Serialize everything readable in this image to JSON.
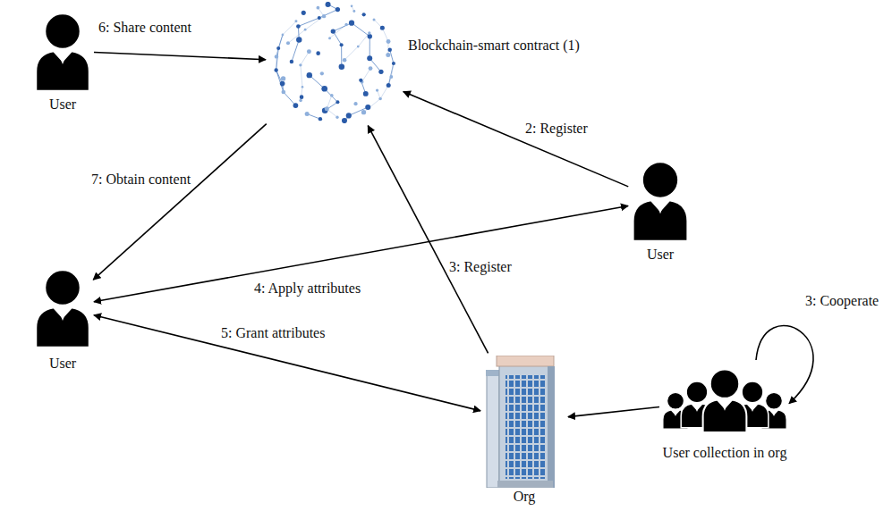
{
  "diagram": {
    "nodes": [
      {
        "text": [
          "Blockchain-smart contract (1)"
        ]
      },
      {
        "text": [
          "User"
        ]
      },
      {
        "text": [
          "User"
        ]
      },
      {
        "text": [
          "User"
        ]
      },
      {
        "text": [
          "Org"
        ]
      },
      {
        "text": [
          "User collection in org"
        ]
      }
    ],
    "edges": [
      {
        "from": 1,
        "to": 0,
        "label": "6: Share content",
        "arrow": "to"
      },
      {
        "from": 2,
        "to": 0,
        "label": "2: Register",
        "arrow": "to"
      },
      {
        "from": 0,
        "to": 3,
        "label": "7: Obtain content",
        "arrow": "to"
      },
      {
        "from": 4,
        "to": 0,
        "label": "3: Register",
        "arrow": "to"
      },
      {
        "from": 3,
        "to": 2,
        "label": "4: Apply attributes",
        "arrow": "both"
      },
      {
        "from": 4,
        "to": 3,
        "label": "5: Grant attributes",
        "arrow": "both"
      },
      {
        "from": 5,
        "to": 4,
        "arrow": "to"
      },
      {
        "from": 5,
        "to": 5,
        "label": "3: Cooperate",
        "arrow": "to"
      }
    ]
  }
}
